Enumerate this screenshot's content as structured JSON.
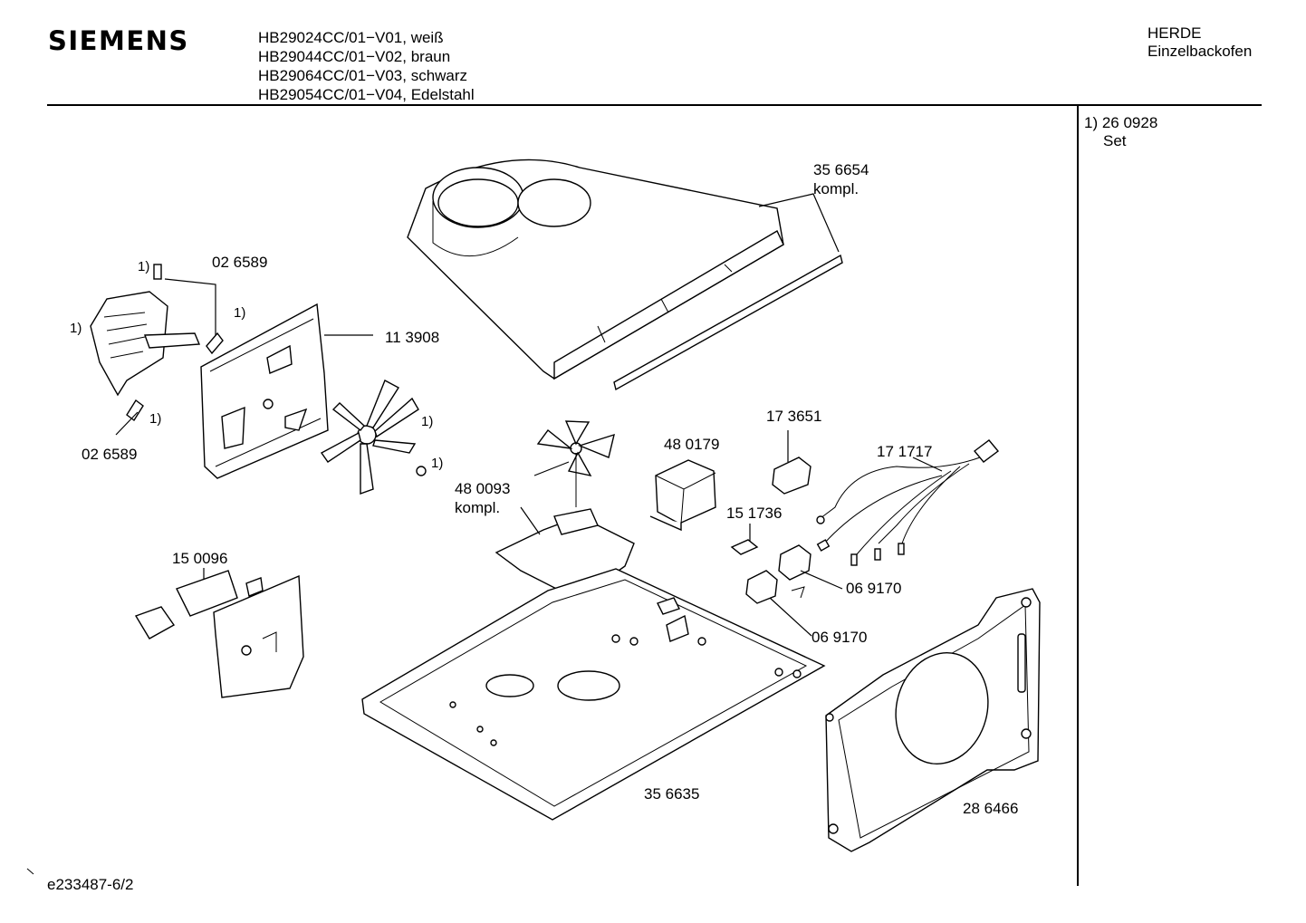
{
  "header": {
    "brand": "SIEMENS",
    "models": [
      "HB29024CC/01−V01, weiß",
      "HB29044CC/01−V02, braun",
      "HB29064CC/01−V03, schwarz",
      "HB29054CC/01−V04, Edelstahl"
    ],
    "category": "HERDE",
    "subcategory": "Einzelbackofen"
  },
  "footnote": {
    "ref": "1) 26 0928",
    "desc": "Set"
  },
  "doc_id": "e233487-6/2",
  "parts": [
    {
      "id": "p356654",
      "number": "35 6654",
      "suffix": "kompl."
    },
    {
      "id": "p026589a",
      "number": "02 6589"
    },
    {
      "id": "p113908",
      "number": "11 3908"
    },
    {
      "id": "p026589b",
      "number": "02 6589"
    },
    {
      "id": "p480179",
      "number": "48 0179"
    },
    {
      "id": "p173651",
      "number": "17 3651"
    },
    {
      "id": "p171717",
      "number": "17 1717"
    },
    {
      "id": "p480093",
      "number": "48 0093",
      "suffix": "kompl."
    },
    {
      "id": "p151736",
      "number": "15 1736"
    },
    {
      "id": "p150096",
      "number": "15 0096"
    },
    {
      "id": "p069170a",
      "number": "06 9170"
    },
    {
      "id": "p069170b",
      "number": "06 9170"
    },
    {
      "id": "p356635",
      "number": "35 6635"
    },
    {
      "id": "p286466",
      "number": "28 6466"
    }
  ],
  "set_markers": [
    "1)",
    "1)",
    "1)",
    "1)",
    "1)",
    "1)"
  ]
}
